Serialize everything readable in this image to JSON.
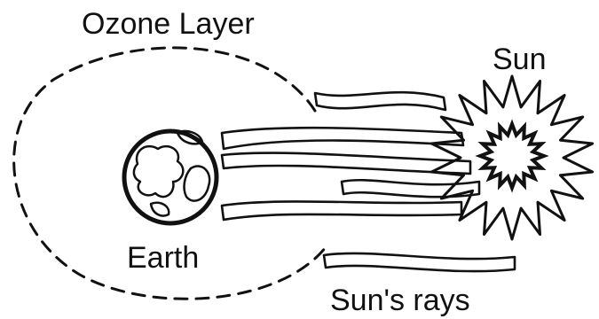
{
  "labels": {
    "ozone": "Ozone Layer",
    "sun": "Sun",
    "earth": "Earth",
    "rays": "Sun's rays"
  },
  "colors": {
    "ink": "#111111",
    "background": "#ffffff"
  }
}
